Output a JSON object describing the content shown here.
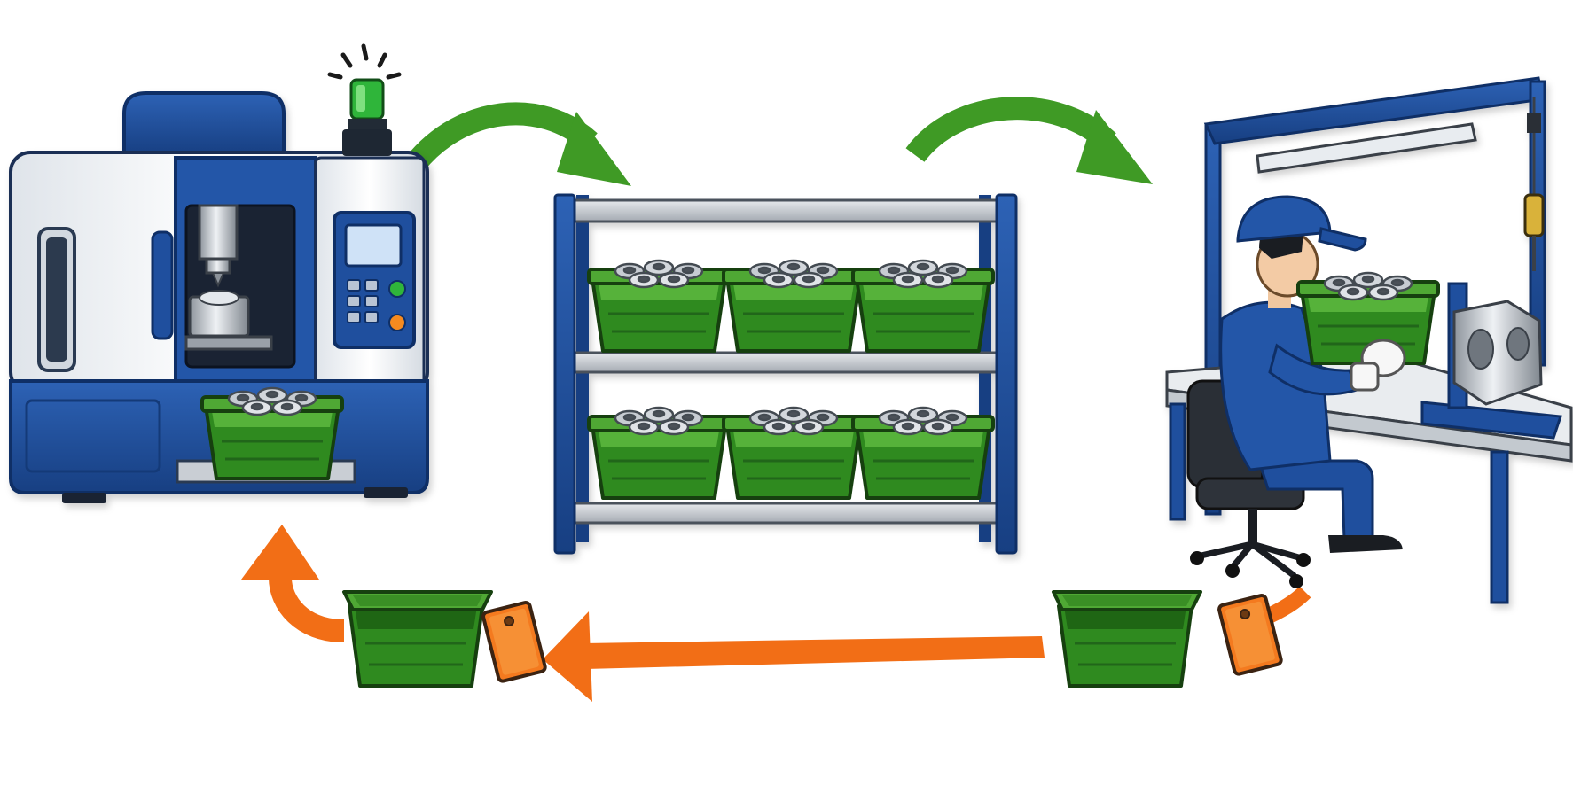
{
  "diagram": {
    "stages": [
      {
        "id": "cnc-machine",
        "label": ""
      },
      {
        "id": "storage-rack",
        "label": ""
      },
      {
        "id": "assembly-workstation",
        "label": ""
      }
    ],
    "flows": [
      {
        "from": "cnc-machine",
        "to": "storage-rack",
        "kind": "full-bin",
        "color": "#3f9a25"
      },
      {
        "from": "storage-rack",
        "to": "assembly-workstation",
        "kind": "full-bin",
        "color": "#3f9a25"
      },
      {
        "from": "assembly-workstation",
        "to": "cnc-machine",
        "kind": "empty-bin-with-card",
        "color": "#f26e16"
      }
    ],
    "rack": {
      "shelves": 2,
      "bins_per_shelf": 3
    },
    "status_light": "green"
  },
  "colors": {
    "machine_blue": "#1f4f9e",
    "bin_green": "#3f9a25",
    "return_orange": "#f26e16",
    "status_green": "#2fb53a",
    "steel": "#b8bec6"
  },
  "icons": [
    "cnc-machine-icon",
    "status-light-icon",
    "storage-rack-icon",
    "parts-bin-icon",
    "kanban-card-icon",
    "worker-icon",
    "workbench-icon",
    "office-chair-icon",
    "assembly-part-icon"
  ]
}
